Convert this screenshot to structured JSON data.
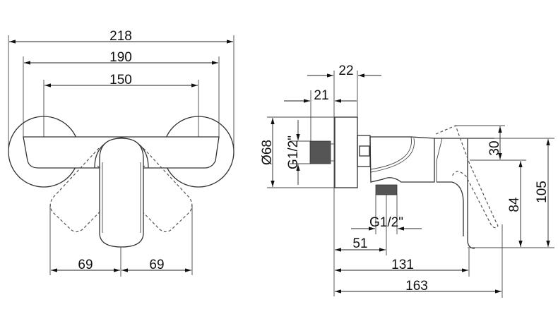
{
  "front_view": {
    "dimensions": {
      "overall_width": "218",
      "body_width": "190",
      "inlet_spacing": "150",
      "handle_swing_left": "69",
      "handle_swing_right": "69"
    }
  },
  "side_view": {
    "dimensions": {
      "flange_depth": "22",
      "thread_length": "21",
      "flange_diameter": "Ø68",
      "inlet_thread": "G1/2\"",
      "handle_rise": "30",
      "outlet_height": "84",
      "total_height": "105",
      "outlet_thread": "G1/2\"",
      "outlet_offset": "51",
      "body_projection": "131",
      "total_projection": "163"
    }
  },
  "colors": {
    "line": "#333333",
    "background": "#ffffff",
    "thread_fill": "#555555"
  }
}
